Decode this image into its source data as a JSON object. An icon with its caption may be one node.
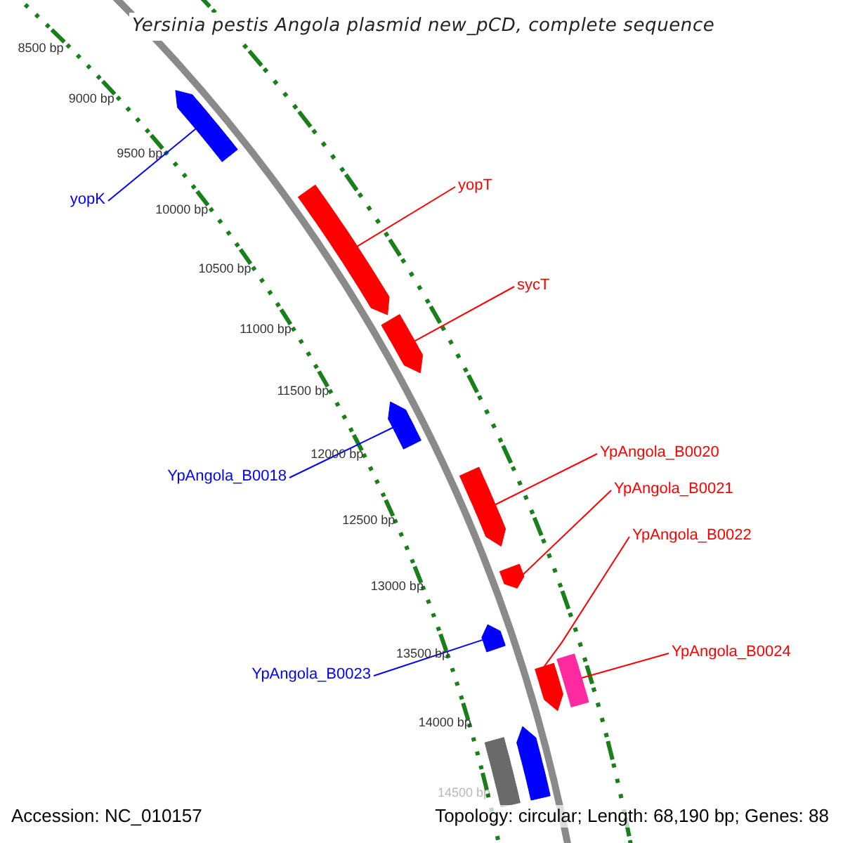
{
  "diagram": {
    "title": "Yersinia pestis Angola plasmid new_pCD, complete sequence",
    "nodes": [
      {
        "text": [
          "yopT"
        ]
      },
      {
        "text": [
          "yopK"
        ]
      },
      {
        "text": [
          "sycT"
        ]
      },
      {
        "text": [
          "YpAngola_B0020"
        ]
      },
      {
        "text": [
          "YpAngola_B0018"
        ]
      },
      {
        "text": [
          "YpAngola_B0021"
        ]
      },
      {
        "text": [
          "YpAngola_B0022"
        ]
      },
      {
        "text": [
          "YpAngola_B0024"
        ]
      },
      {
        "text": [
          "YpAngola_B0023"
        ]
      },
      {
        "text": [],
        "shape": "bar"
      },
      {
        "text": [],
        "shape": "bar"
      },
      {
        "text": [],
        "shape": "bar"
      },
      {
        "text": [],
        "shape": "bar"
      },
      {
        "text": [],
        "shape": "bar"
      },
      {
        "text": [],
        "shape": "bar"
      },
      {
        "text": [],
        "shape": "bar"
      },
      {
        "text": [],
        "shape": "bar"
      },
      {
        "text": [],
        "shape": "bar"
      }
    ],
    "edges": [
      {
        "from": 0,
        "to": 10,
        "arrow": "none"
      },
      {
        "from": 1,
        "to": 9,
        "arrow": "none",
        "color": "#0000ff"
      },
      {
        "from": 2,
        "to": 11,
        "arrow": "none"
      },
      {
        "from": 3,
        "to": 13,
        "arrow": "none"
      },
      {
        "from": 4,
        "to": 12,
        "arrow": "none",
        "color": "#0000ff"
      },
      {
        "from": 5,
        "to": 14,
        "arrow": "none"
      },
      {
        "from": 6,
        "to": 16,
        "arrow": "none"
      },
      {
        "from": 7,
        "to": 17,
        "arrow": "none"
      },
      {
        "from": 8,
        "to": 15,
        "arrow": "none",
        "color": "#0000ff"
      }
    ],
    "labels": [
      "8500 bp",
      "9000 bp",
      "9500 bp",
      "10000 bp",
      "10500 bp",
      "11000 bp",
      "11500 bp",
      "12000 bp",
      "12500 bp",
      "13000 bp",
      "13500 bp",
      "14000 bp",
      "14500 bp",
      "Accession: NC_010157",
      "Topology: circular; Length: 68,190 bp; Genes: 88"
    ]
  }
}
